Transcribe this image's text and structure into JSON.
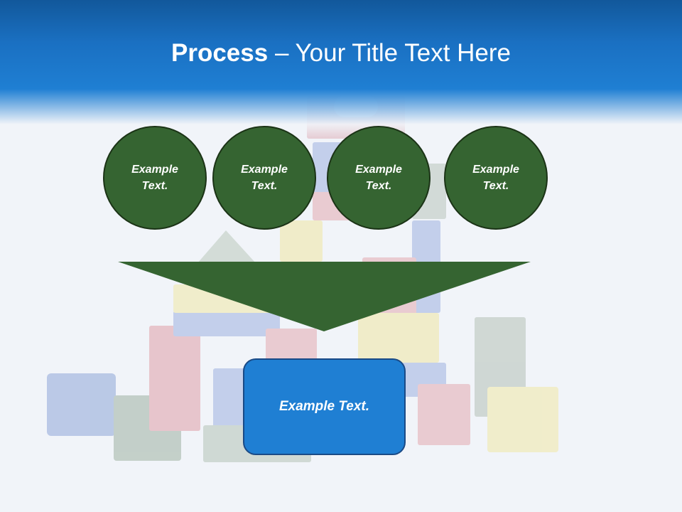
{
  "slide": {
    "title_bold": "Process",
    "title_rest": " – Your Title Text Here",
    "circles": [
      {
        "text": "Example Text."
      },
      {
        "text": "Example Text."
      },
      {
        "text": "Example Text."
      },
      {
        "text": "Example Text."
      }
    ],
    "result_text": "Example Text."
  },
  "colors": {
    "header_blue": "#1f7fd3",
    "circle_green": "#356431",
    "funnel_green": "#356431",
    "box_blue": "#1f7fd3"
  }
}
